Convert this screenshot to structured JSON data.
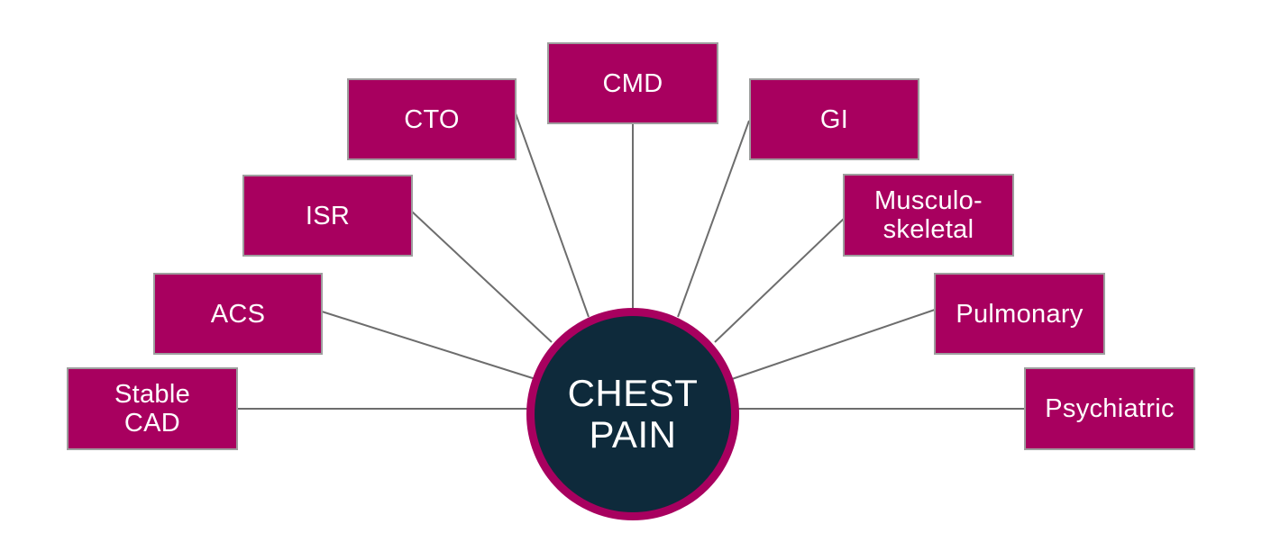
{
  "colors": {
    "box_fill": "#a8005f",
    "center_fill": "#0e2a3b",
    "center_ring": "#a8005f",
    "connector": "#6d6d6d",
    "text": "#ffffff"
  },
  "center": {
    "line1": "CHEST",
    "line2": "PAIN"
  },
  "nodes": [
    {
      "id": "stable-cad",
      "lines": [
        "Stable",
        "CAD"
      ]
    },
    {
      "id": "acs",
      "lines": [
        "ACS"
      ]
    },
    {
      "id": "isr",
      "lines": [
        "ISR"
      ]
    },
    {
      "id": "cto",
      "lines": [
        "CTO"
      ]
    },
    {
      "id": "cmd",
      "lines": [
        "CMD"
      ]
    },
    {
      "id": "gi",
      "lines": [
        "GI"
      ]
    },
    {
      "id": "musculoskeletal",
      "lines": [
        "Musculo-",
        "skeletal"
      ]
    },
    {
      "id": "pulmonary",
      "lines": [
        "Pulmonary"
      ]
    },
    {
      "id": "psychiatric",
      "lines": [
        "Psychiatric"
      ]
    }
  ]
}
